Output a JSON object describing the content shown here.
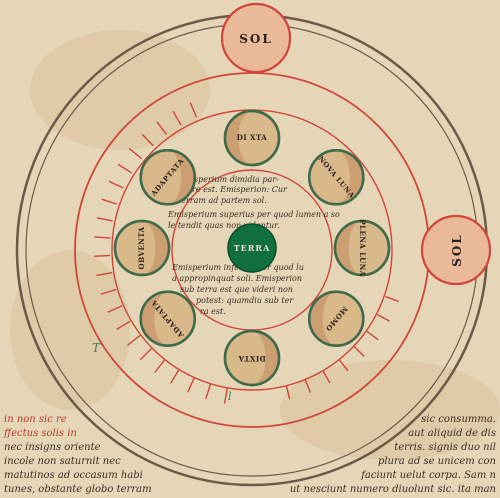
{
  "diagram": {
    "sun_top_label": "SOL",
    "sun_right_label": "SOL",
    "earth_label": "TERRA",
    "moons": [
      {
        "label": "DI XTA"
      },
      {
        "label": "NOVA LUNA"
      },
      {
        "label": "PLENA LUNA"
      },
      {
        "label": "DIXTA"
      },
      {
        "label": "MOMO"
      },
      {
        "label": "ADAPTATA"
      },
      {
        "label": "ADAPTATA"
      },
      {
        "label": "OBVENTA"
      }
    ],
    "inner_text": [
      "Emisperium dimidia par-",
      "spere est. Emisperion: Cur",
      "terram ad partem sol.",
      "Emisperium superius per quod lumen a so",
      "le tendit quas non videntur.",
      "Emisperium inferius per quod lu",
      "a appropinquat soli. Emisperion",
      "sub terra est que videri non",
      "potest: quamdiu sub ter",
      "ra est."
    ]
  },
  "page_text": {
    "left_lines": [
      "in non sic re",
      "ffectus solis in",
      "nec insigns oriente",
      "incole non saturnit nec",
      "matutinos ad occasum habi",
      "tunes, obstante globo terram"
    ],
    "right_lines": [
      "sic consumma.",
      "aut aliquid de dis",
      "terris. signis duo nil",
      "plura ad se unicem con",
      "faciunt uelut corpa. Sam n",
      "ut nesciunt numero diuolunt sic. ita man"
    ],
    "margin_marks": [
      "T",
      "l"
    ]
  }
}
